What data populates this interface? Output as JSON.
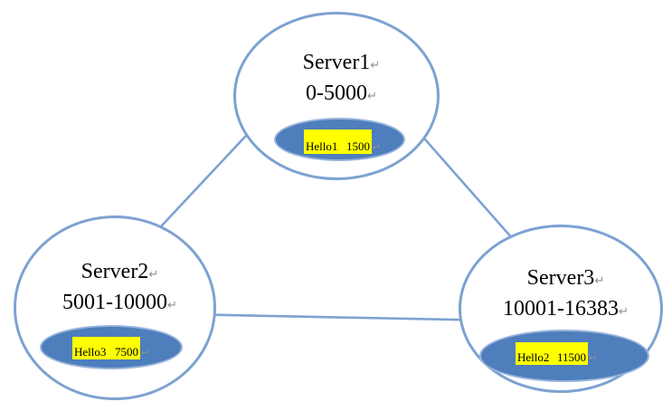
{
  "diagram": {
    "return_mark": "↵",
    "nodes": [
      {
        "title": "Server1",
        "range": "0-5000",
        "slot": {
          "name": "Hello1",
          "value": "1500"
        }
      },
      {
        "title": "Server2",
        "range": "5001-10000",
        "slot": {
          "name": "Hello3",
          "value": "7500"
        }
      },
      {
        "title": "Server3",
        "range": "10001-16383",
        "slot": {
          "name": "Hello2",
          "value": "11500"
        }
      }
    ],
    "edges": [
      {
        "from": "Server1",
        "to": "Server2"
      },
      {
        "from": "Server1",
        "to": "Server3"
      },
      {
        "from": "Server2",
        "to": "Server3"
      }
    ],
    "colors": {
      "outline": "#7DA2D1",
      "inner_fill": "#4E7EBC",
      "inner_border": "#97B4DB",
      "slot_bg": "#FFFF00",
      "text": "#000000",
      "mark": "#8F8F8F",
      "background": "#FFFFFF"
    }
  }
}
